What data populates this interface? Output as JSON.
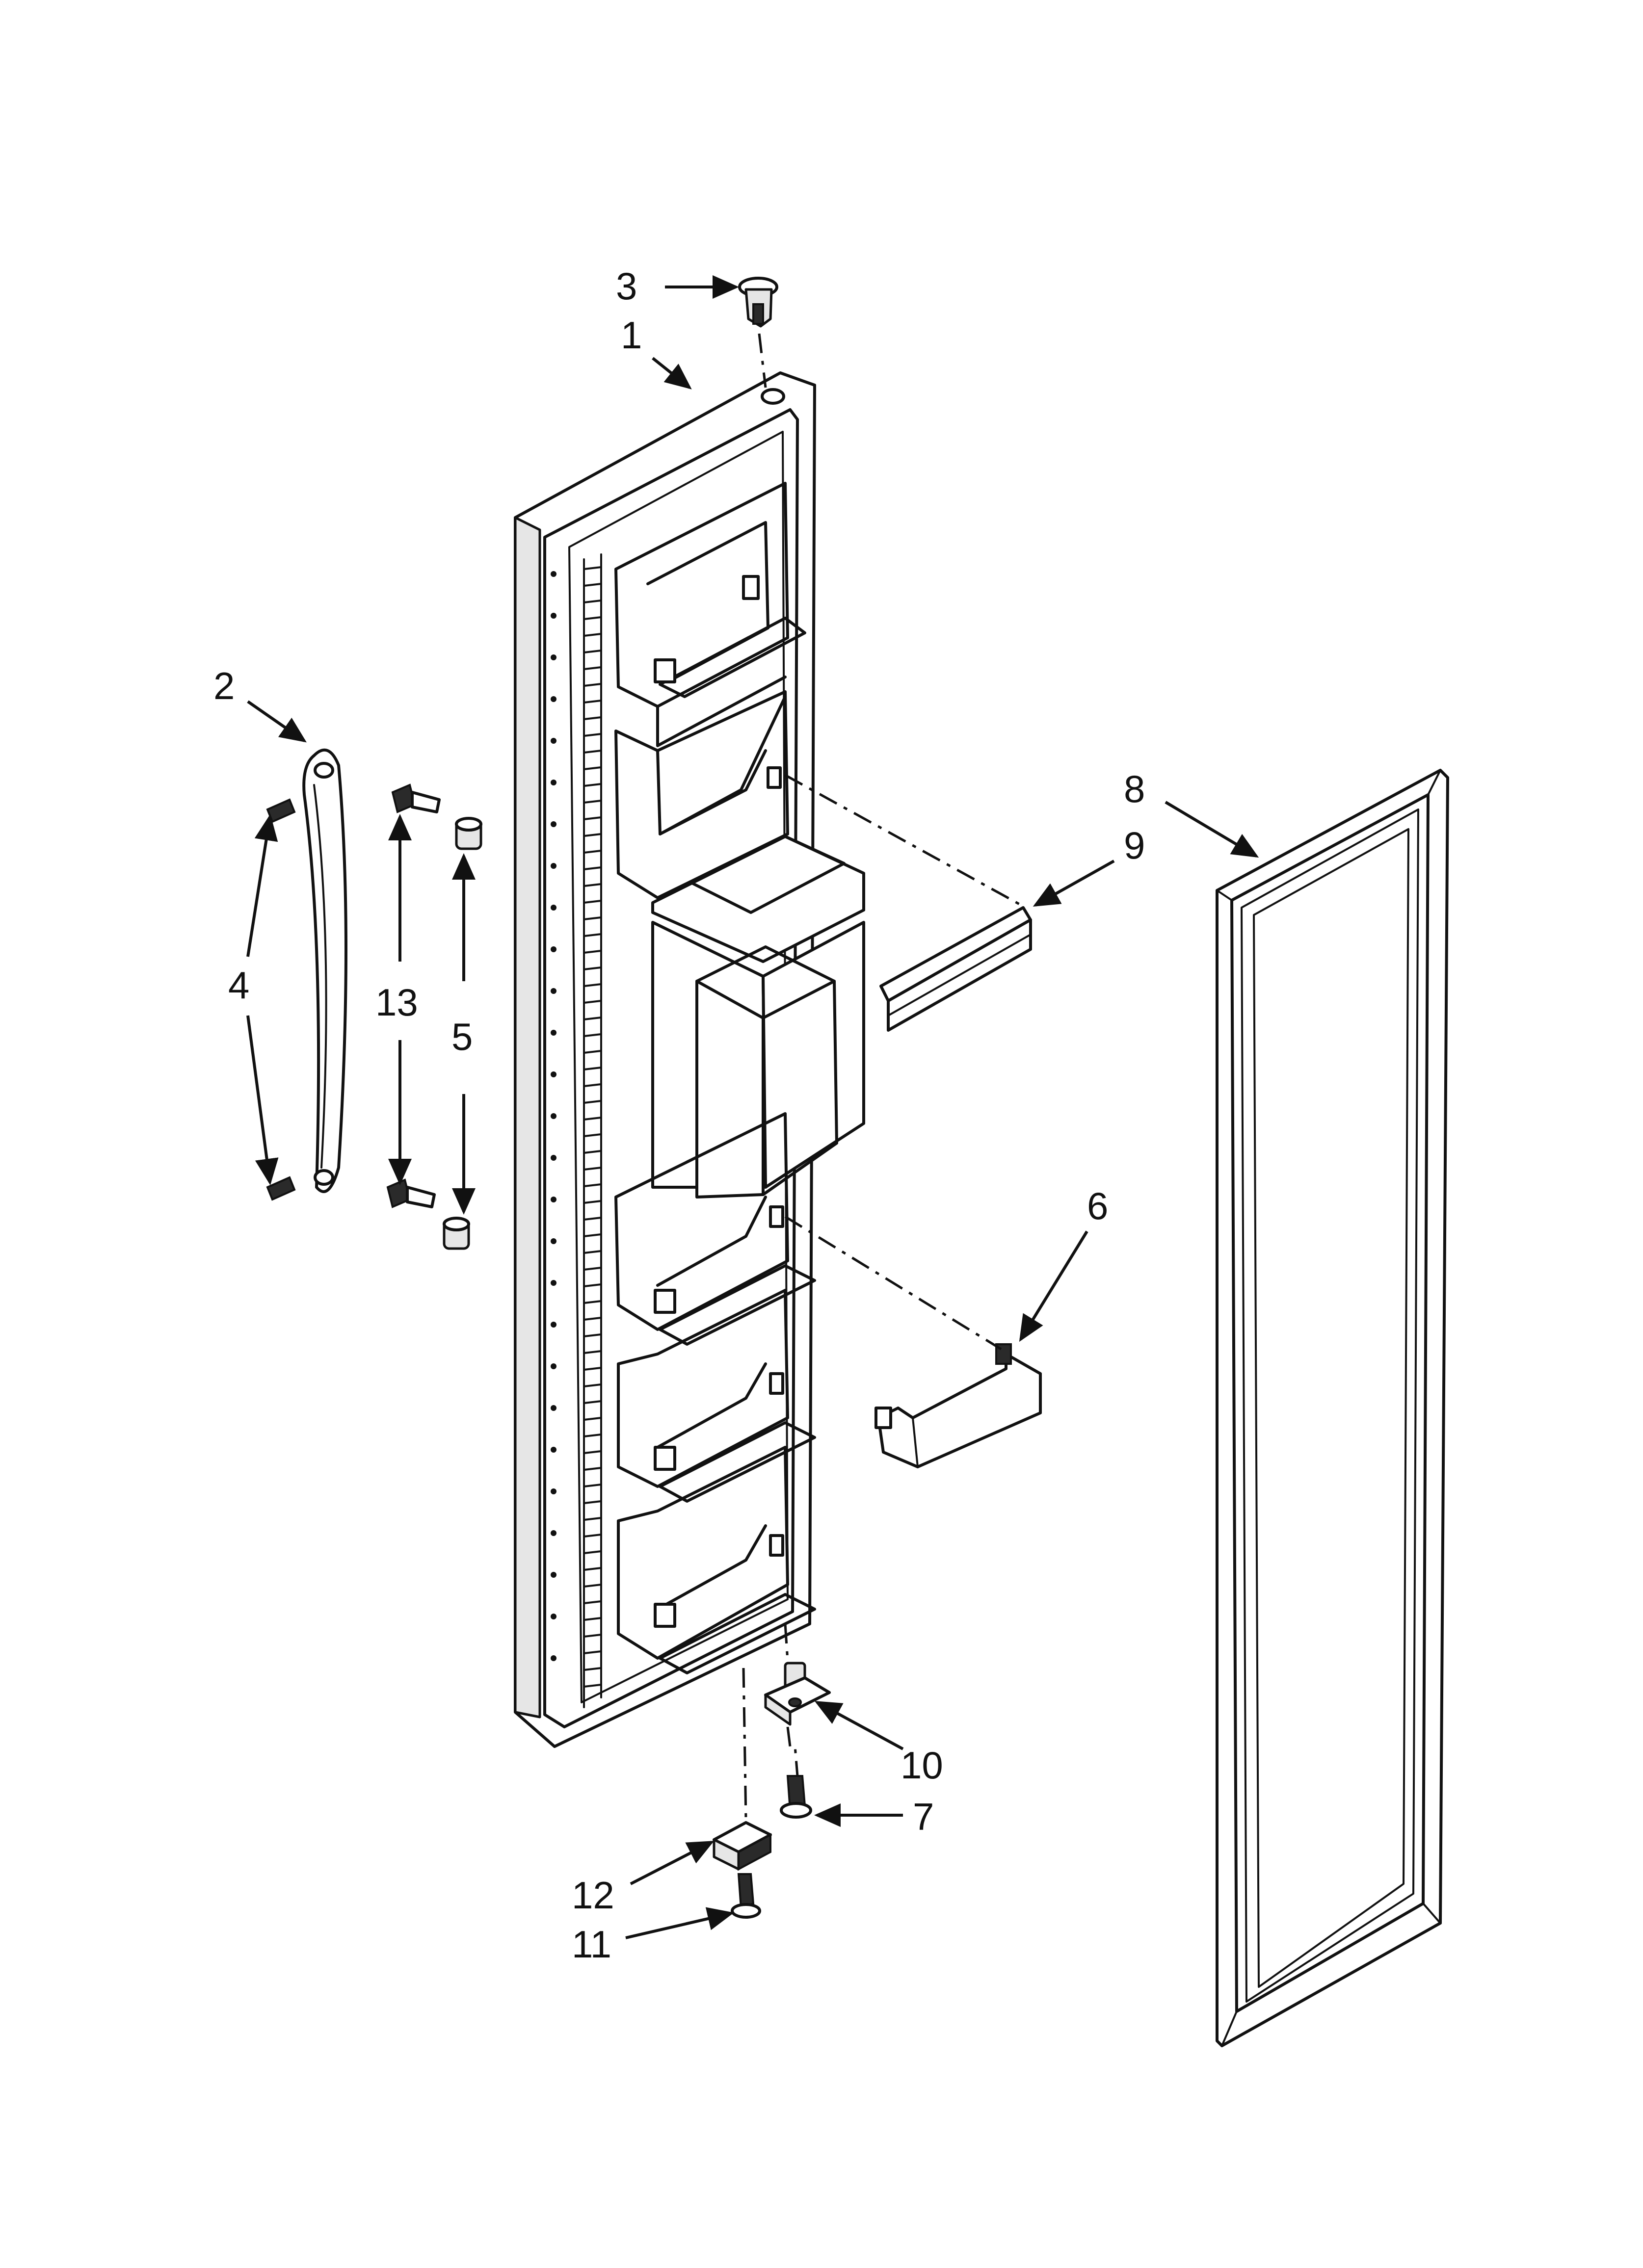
{
  "diagram": {
    "callouts": [
      {
        "id": "1",
        "text": "1"
      },
      {
        "id": "2",
        "text": "2"
      },
      {
        "id": "3",
        "text": "3"
      },
      {
        "id": "4",
        "text": "4"
      },
      {
        "id": "5",
        "text": "5"
      },
      {
        "id": "6",
        "text": "6"
      },
      {
        "id": "7",
        "text": "7"
      },
      {
        "id": "8",
        "text": "8"
      },
      {
        "id": "9",
        "text": "9"
      },
      {
        "id": "10",
        "text": "10"
      },
      {
        "id": "11",
        "text": "11"
      },
      {
        "id": "12",
        "text": "12"
      },
      {
        "id": "13",
        "text": "13"
      }
    ],
    "colors": {
      "line": "#111111",
      "background": "#ffffff"
    }
  }
}
